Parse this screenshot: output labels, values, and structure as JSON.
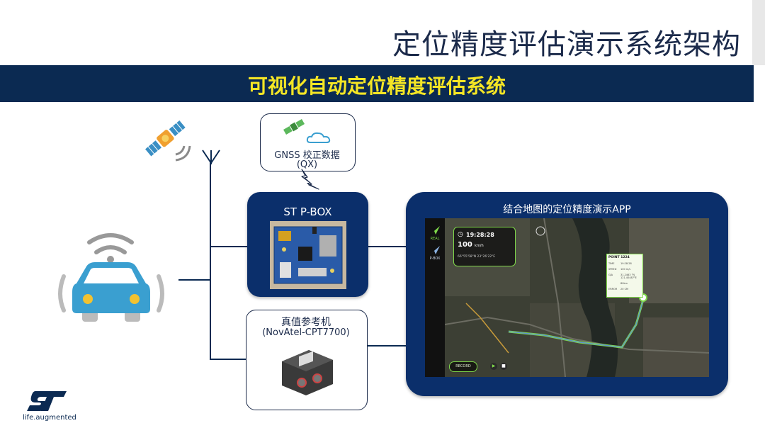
{
  "slide": {
    "title": "定位精度评估演示系统架构",
    "banner": "可视化自动定位精度评估系统"
  },
  "gnss": {
    "label_line1": "GNSS 校正数据",
    "label_line2": "(QX)"
  },
  "pbox": {
    "label": "ST P-BOX"
  },
  "reference": {
    "label_line1": "真值参考机",
    "label_line2": "(NovAtel-CPT7700)"
  },
  "app": {
    "label": "结合地图的定位精度演示APP",
    "side_labels": [
      "REAL",
      "P-BOX"
    ],
    "info": {
      "time": "19:28:28",
      "speed": "100",
      "speed_unit": "km/h",
      "coords": "66°55'58\"N  23°26'22\"E"
    },
    "popup": {
      "title": "POINT 1224",
      "rows": [
        {
          "k": "TIME",
          "v": "19:28:28"
        },
        {
          "k": "SPEED",
          "v": "100 m/s"
        },
        {
          "k": "GJA",
          "v": "31.2463 °N 121.40487°E"
        },
        {
          "k": "",
          "v": "80km"
        },
        {
          "k": "ERROR",
          "v": "20 CM"
        }
      ]
    },
    "record_label": "RECORD"
  },
  "brand": {
    "tagline": "life.augmented"
  },
  "colors": {
    "navy": "#0b2a52",
    "banner_text": "#f5e625",
    "box_blue": "#0b2f6b",
    "car_blue": "#3a9fd0",
    "route_green": "#7fd84a"
  }
}
